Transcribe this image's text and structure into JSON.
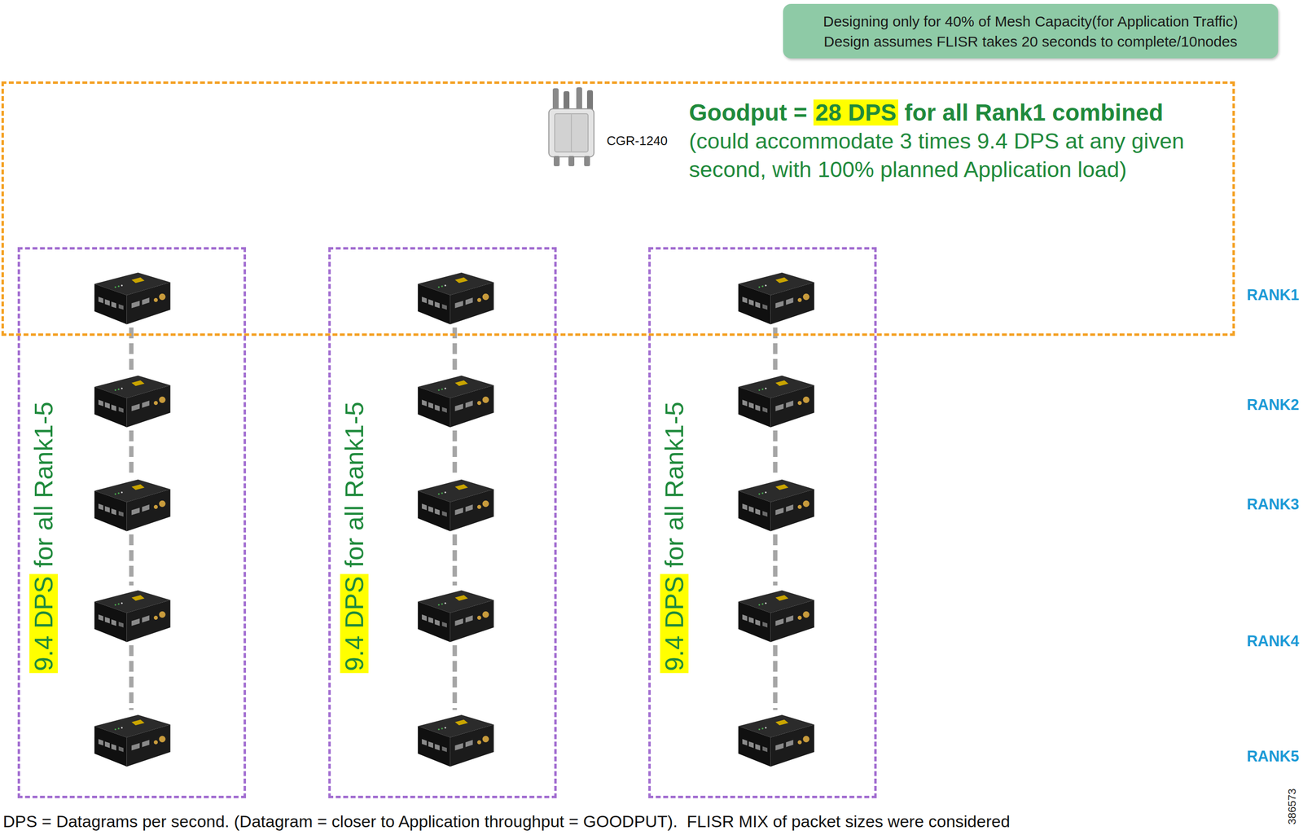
{
  "diagram": {
    "caption": "DPS = Datagrams per second. (Datagram = closer to Application throughput = GOODPUT).  FLISR MIX of packet sizes were considered",
    "nodes": [
      {
        "text": [
          "Designing only for 40% of Mesh Capacity(for Application Traffic)",
          "Design assumes FLISR takes 20 seconds to complete/10nodes"
        ]
      },
      {
        "text": [
          "Goodput =",
          "28 DPS",
          "for all Rank1 combined",
          "(could accommodate 3 times 9.4 DPS at any given second, with 100% planned Application load)"
        ]
      },
      {
        "text": [
          "CGR-1240"
        ],
        "in": 1
      },
      {
        "text": [
          "9.4 DPS",
          "for all Rank1-5"
        ]
      },
      {
        "text": [
          "9.4 DPS",
          "for all Rank1-5"
        ]
      },
      {
        "text": [
          "9.4 DPS",
          "for all Rank1-5"
        ]
      }
    ],
    "labels": [
      "RANK1",
      "RANK2",
      "RANK3",
      "RANK4",
      "RANK5",
      "386573"
    ]
  }
}
